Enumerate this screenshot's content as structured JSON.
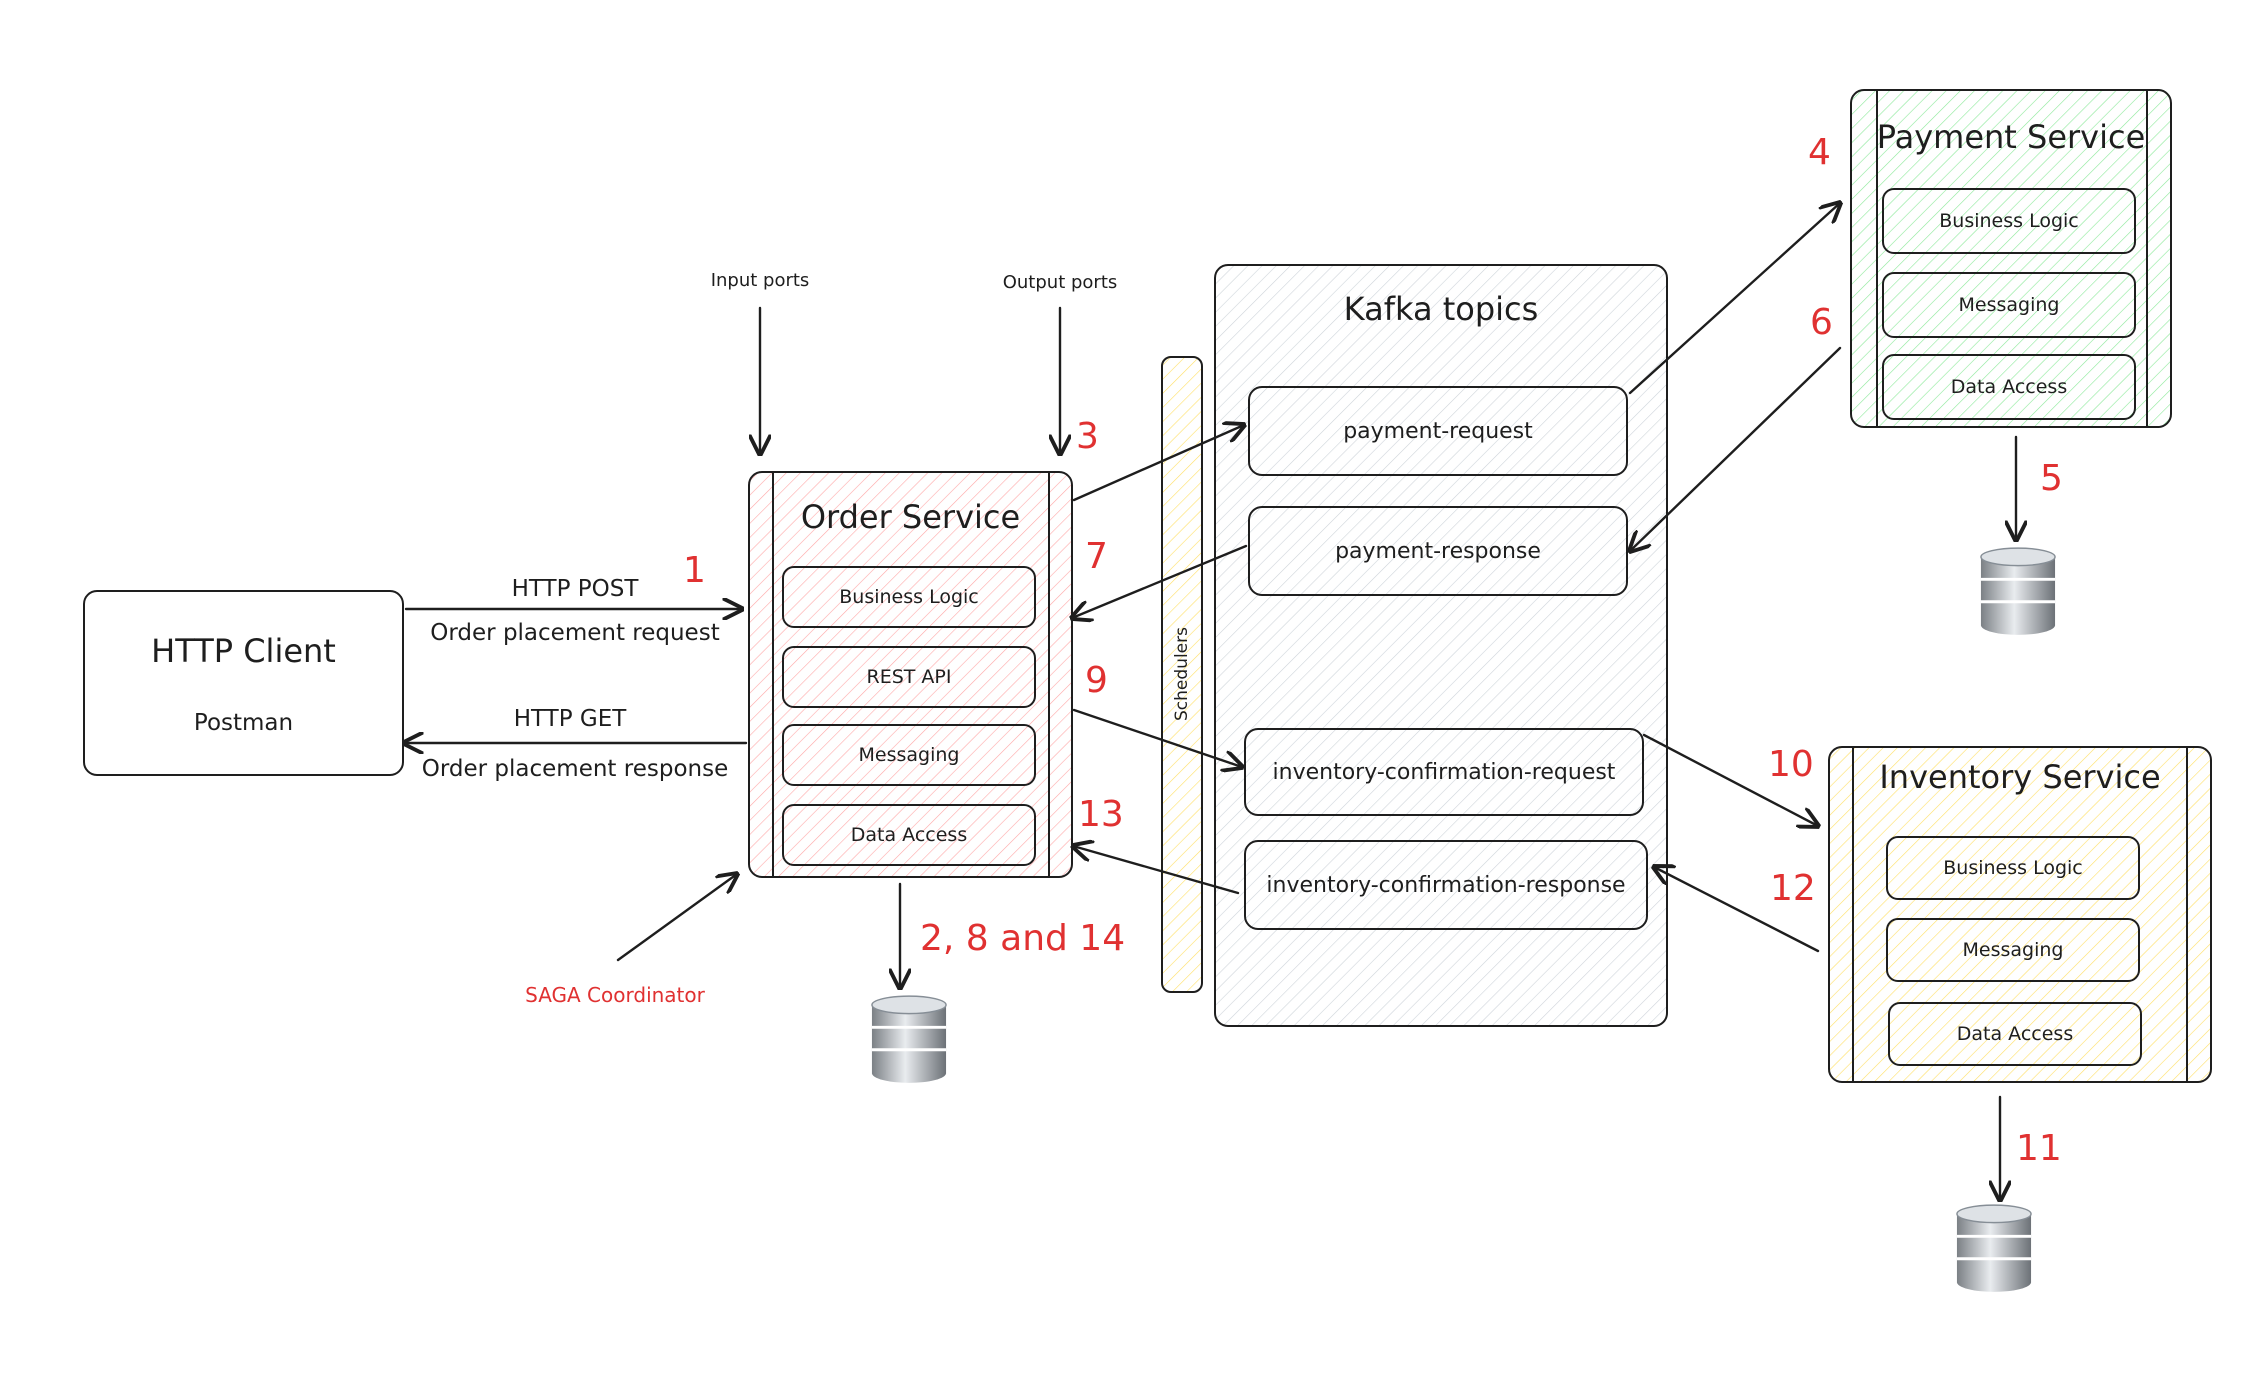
{
  "colors": {
    "order_fill": "#ffc9c9",
    "payment_fill": "#b2f2bb",
    "inventory_fill": "#ffec99",
    "kafka_fill": "#dee2e6",
    "scheduler_fill": "#ffec99",
    "step_number": "#e03131",
    "stroke": "#1e1e1e"
  },
  "http_client": {
    "title": "HTTP Client",
    "subtitle": "Postman"
  },
  "http_post": {
    "label": "HTTP POST",
    "desc": "Order placement request"
  },
  "http_get": {
    "label": "HTTP GET",
    "desc": "Order placement response"
  },
  "ports": {
    "input": "Input ports",
    "output": "Output ports"
  },
  "order_service": {
    "title": "Order Service",
    "layers": [
      "Business Logic",
      "REST API",
      "Messaging",
      "Data Access"
    ]
  },
  "saga": "SAGA Coordinator",
  "schedulers": "Schedulers",
  "kafka": {
    "title": "Kafka topics",
    "topics": [
      "payment-request",
      "payment-response",
      "inventory-confirmation-request",
      "inventory-confirmation-response"
    ]
  },
  "payment_service": {
    "title": "Payment Service",
    "layers": [
      "Business Logic",
      "Messaging",
      "Data Access"
    ]
  },
  "inventory_service": {
    "title": "Inventory Service",
    "layers": [
      "Business Logic",
      "Messaging",
      "Data Access"
    ]
  },
  "steps": {
    "s1": "1",
    "s2": "2, 8 and 14",
    "s3": "3",
    "s4": "4",
    "s5": "5",
    "s6": "6",
    "s7": "7",
    "s9": "9",
    "s10": "10",
    "s11": "11",
    "s12": "12",
    "s13": "13"
  },
  "icons": {
    "database": "database-icon"
  }
}
